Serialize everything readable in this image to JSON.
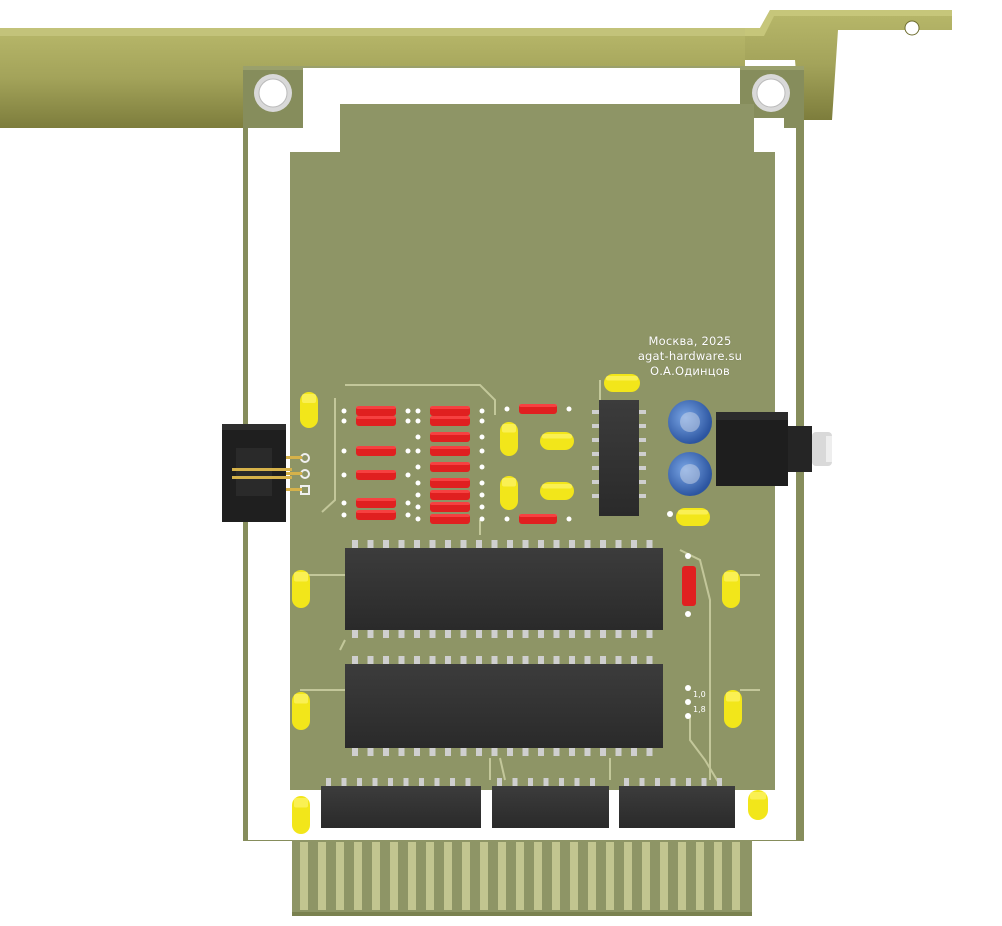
{
  "board": {
    "silkscreen": {
      "line1": "Москва, 2025",
      "line2": "agat-hardware.su",
      "line3": "О.А.Одинцов"
    },
    "jumper_labels": {
      "upper": "1,0",
      "lower": "1,8"
    }
  },
  "colors": {
    "pcb": "#8e9566",
    "pcb_dark": "#7a8150",
    "bracket": "#a5a55a",
    "silkscreen": "#ffffff",
    "ic_body": "#333333",
    "resistor": "#e02020",
    "capacitor_yellow": "#f2e61a",
    "electrolytic_blue": "#3a6ab8",
    "jack_body": "#1e1e1e"
  }
}
